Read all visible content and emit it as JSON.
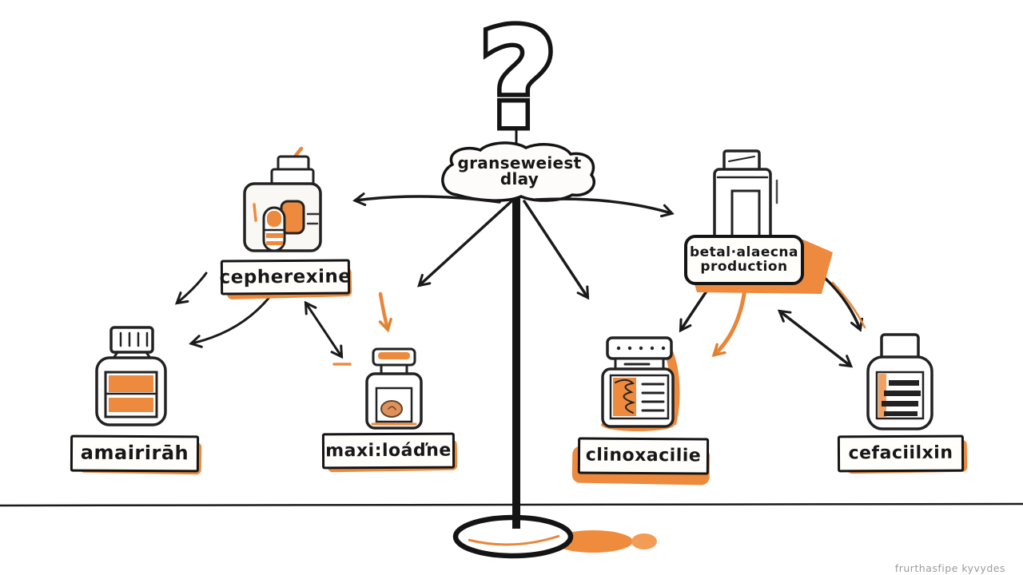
{
  "illustration": {
    "question_mark": "?",
    "cloud": {
      "line1": "granseweiest",
      "line2": "dlay"
    },
    "labels": {
      "cepherexine": "cepherexine",
      "betal_line1": "betal·alaecna",
      "betal_line2": "production",
      "amairirah": "amairirāh",
      "maxiloadne": "maxi:loáďne",
      "clinoxacilie": "clinoxacilie",
      "cefacilixin": "cefaciilxin"
    },
    "watermark": "frurthasfipe kyvydes",
    "colors": {
      "ink": "#1a1a1a",
      "orange": "#ed8a3e",
      "paper": "#ffffff"
    }
  }
}
